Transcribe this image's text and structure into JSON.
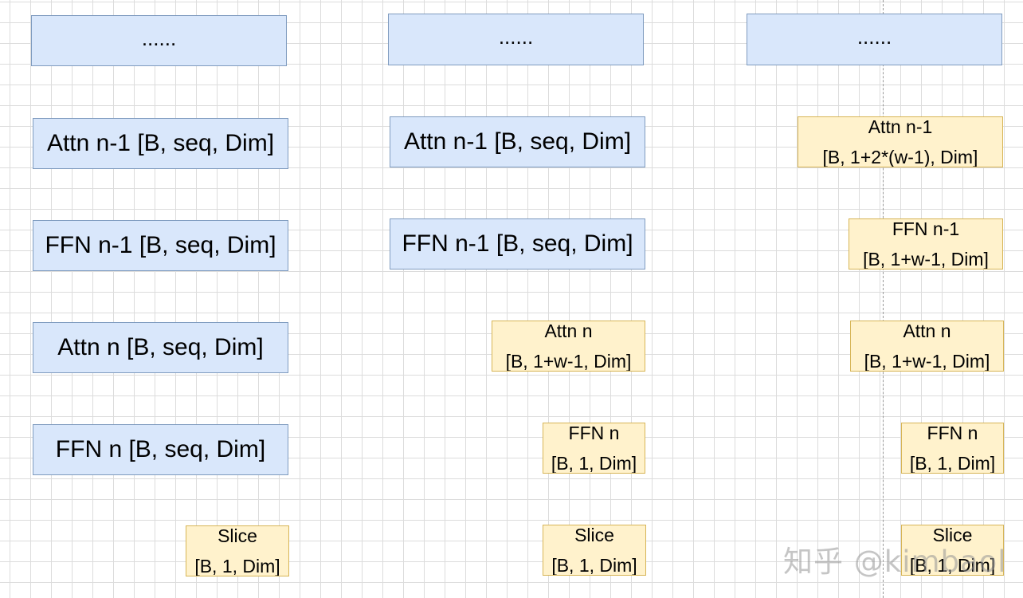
{
  "col1": {
    "top": "......",
    "attn_prev": "Attn n-1 [B, seq, Dim]",
    "ffn_prev": "FFN n-1 [B, seq, Dim]",
    "attn": "Attn n [B, seq, Dim]",
    "ffn": "FFN n [B, seq, Dim]",
    "slice": {
      "name": "Slice",
      "shape": "[B, 1, Dim]"
    }
  },
  "col2": {
    "top": "......",
    "attn_prev": "Attn n-1 [B, seq, Dim]",
    "ffn_prev": "FFN n-1 [B, seq, Dim]",
    "attn": {
      "name": "Attn n",
      "shape": "[B, 1+w-1, Dim]"
    },
    "ffn": {
      "name": "FFN n",
      "shape": "[B, 1, Dim]"
    },
    "slice": {
      "name": "Slice",
      "shape": "[B, 1, Dim]"
    }
  },
  "col3": {
    "top": "......",
    "attn_prev": {
      "name": "Attn n-1",
      "shape": "[B, 1+2*(w-1), Dim]"
    },
    "ffn_prev": {
      "name": "FFN n-1",
      "shape": "[B, 1+w-1, Dim]"
    },
    "attn": {
      "name": "Attn n",
      "shape": "[B, 1+w-1, Dim]"
    },
    "ffn": {
      "name": "FFN n",
      "shape": "[B, 1, Dim]"
    },
    "slice": {
      "name": "Slice",
      "shape": "[B, 1, Dim]"
    }
  },
  "watermark": "知乎 @kimbaol",
  "colors": {
    "full_block_fill": "#d9e7fb",
    "full_block_border": "#7f9bbf",
    "reduced_block_fill": "#fff2cc",
    "reduced_block_border": "#d7b557"
  }
}
